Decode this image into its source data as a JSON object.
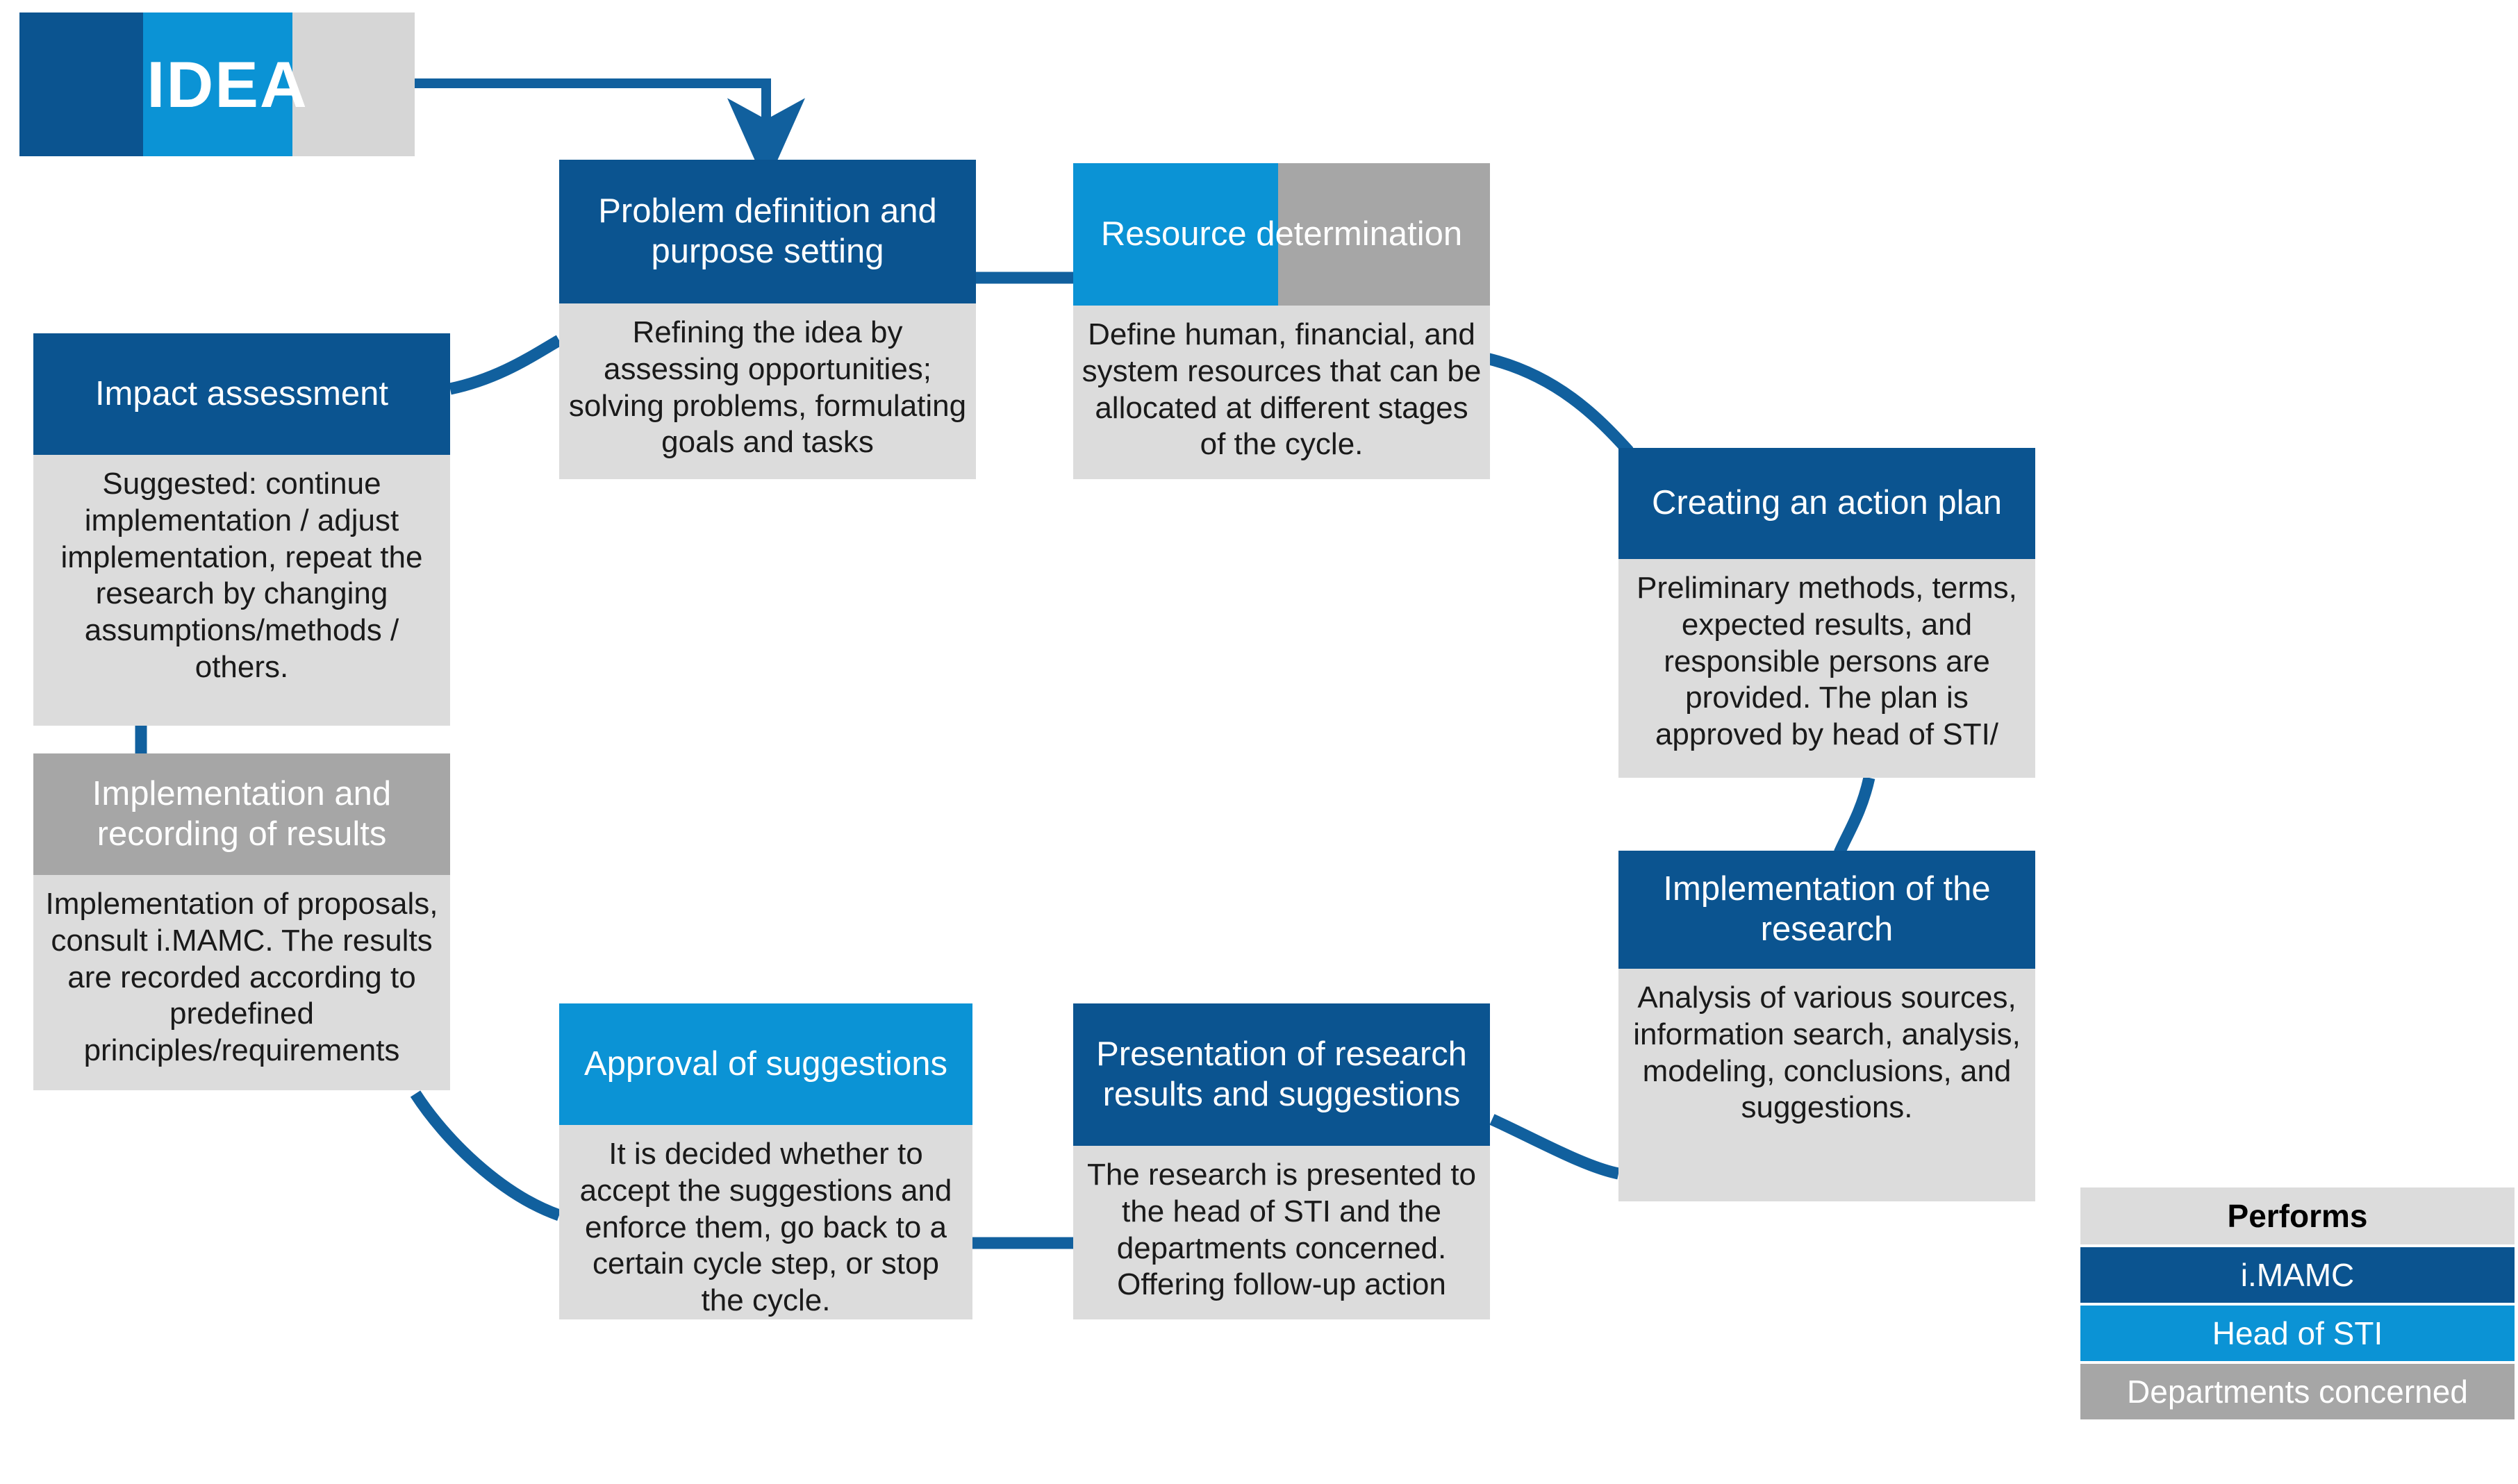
{
  "diagram": {
    "title_node": {
      "label": "IDEA",
      "segments": [
        "#0b5490",
        "#0b93d5",
        "#d6d6d6"
      ]
    },
    "colors": {
      "dark_blue": "#0b5490",
      "light_blue": "#0b93d5",
      "mid_grey": "#a6a6a6",
      "light_grey": "#dcdcdc",
      "connector": "#11609e"
    },
    "nodes": [
      {
        "id": "problem-definition",
        "title": "Problem definition and purpose setting",
        "body": "Refining the idea by assessing opportunities; solving problems, formulating goals and tasks",
        "header_fill": "dark_blue",
        "performer": "i.MAMC"
      },
      {
        "id": "resource-determination",
        "title": "Resource determination",
        "body": "Define human, financial, and system resources that can be allocated at different stages of the cycle.",
        "header_fill": "light_blue+mid_grey",
        "performer": "Head of STI / Departments concerned"
      },
      {
        "id": "creating-action-plan",
        "title": "Creating an action plan",
        "body": "Preliminary methods, terms, expected results, and responsible persons are provided. The plan is approved by head of STI/",
        "header_fill": "dark_blue",
        "performer": "i.MAMC"
      },
      {
        "id": "implementation-research",
        "title": "Implementation of the research",
        "body": "Analysis of various sources, information search, analysis, modeling, conclusions, and suggestions.",
        "header_fill": "dark_blue",
        "performer": "i.MAMC"
      },
      {
        "id": "presentation-results",
        "title": "Presentation of research results and suggestions",
        "body": "The research is presented to the head of STI and the departments concerned. Offering follow-up action",
        "header_fill": "dark_blue",
        "performer": "i.MAMC"
      },
      {
        "id": "approval-suggestions",
        "title": "Approval of suggestions",
        "body": "It is decided whether to accept the suggestions and enforce them, go back to a certain cycle step, or stop the cycle.",
        "header_fill": "light_blue",
        "performer": "Head of STI"
      },
      {
        "id": "implementation-recording",
        "title": "Implementation and recording of results",
        "body": "Implementation of proposals, consult i.MAMC. The results are recorded according to predefined principles/requirements",
        "header_fill": "mid_grey",
        "performer": "Departments concerned"
      },
      {
        "id": "impact-assessment",
        "title": "Impact assessment",
        "body": "Suggested: continue implementation / adjust implementation, repeat the research by changing assumptions/methods / others.",
        "header_fill": "dark_blue",
        "performer": "i.MAMC"
      }
    ],
    "legend": {
      "header": "Performs",
      "items": [
        {
          "label": "i.MAMC",
          "color": "#0b5490"
        },
        {
          "label": "Head of STI",
          "color": "#0b93d5"
        },
        {
          "label": "Departments concerned",
          "color": "#a6a6a6"
        }
      ]
    },
    "flow": [
      {
        "from": "IDEA",
        "to": "problem-definition",
        "style": "arrow"
      },
      {
        "from": "problem-definition",
        "to": "resource-determination",
        "style": "line"
      },
      {
        "from": "resource-determination",
        "to": "creating-action-plan",
        "style": "curve"
      },
      {
        "from": "creating-action-plan",
        "to": "implementation-research",
        "style": "curve"
      },
      {
        "from": "implementation-research",
        "to": "presentation-results",
        "style": "line"
      },
      {
        "from": "presentation-results",
        "to": "approval-suggestions",
        "style": "line"
      },
      {
        "from": "approval-suggestions",
        "to": "implementation-recording",
        "style": "curve"
      },
      {
        "from": "implementation-recording",
        "to": "impact-assessment",
        "style": "line"
      },
      {
        "from": "impact-assessment",
        "to": "problem-definition",
        "style": "curve"
      }
    ]
  }
}
